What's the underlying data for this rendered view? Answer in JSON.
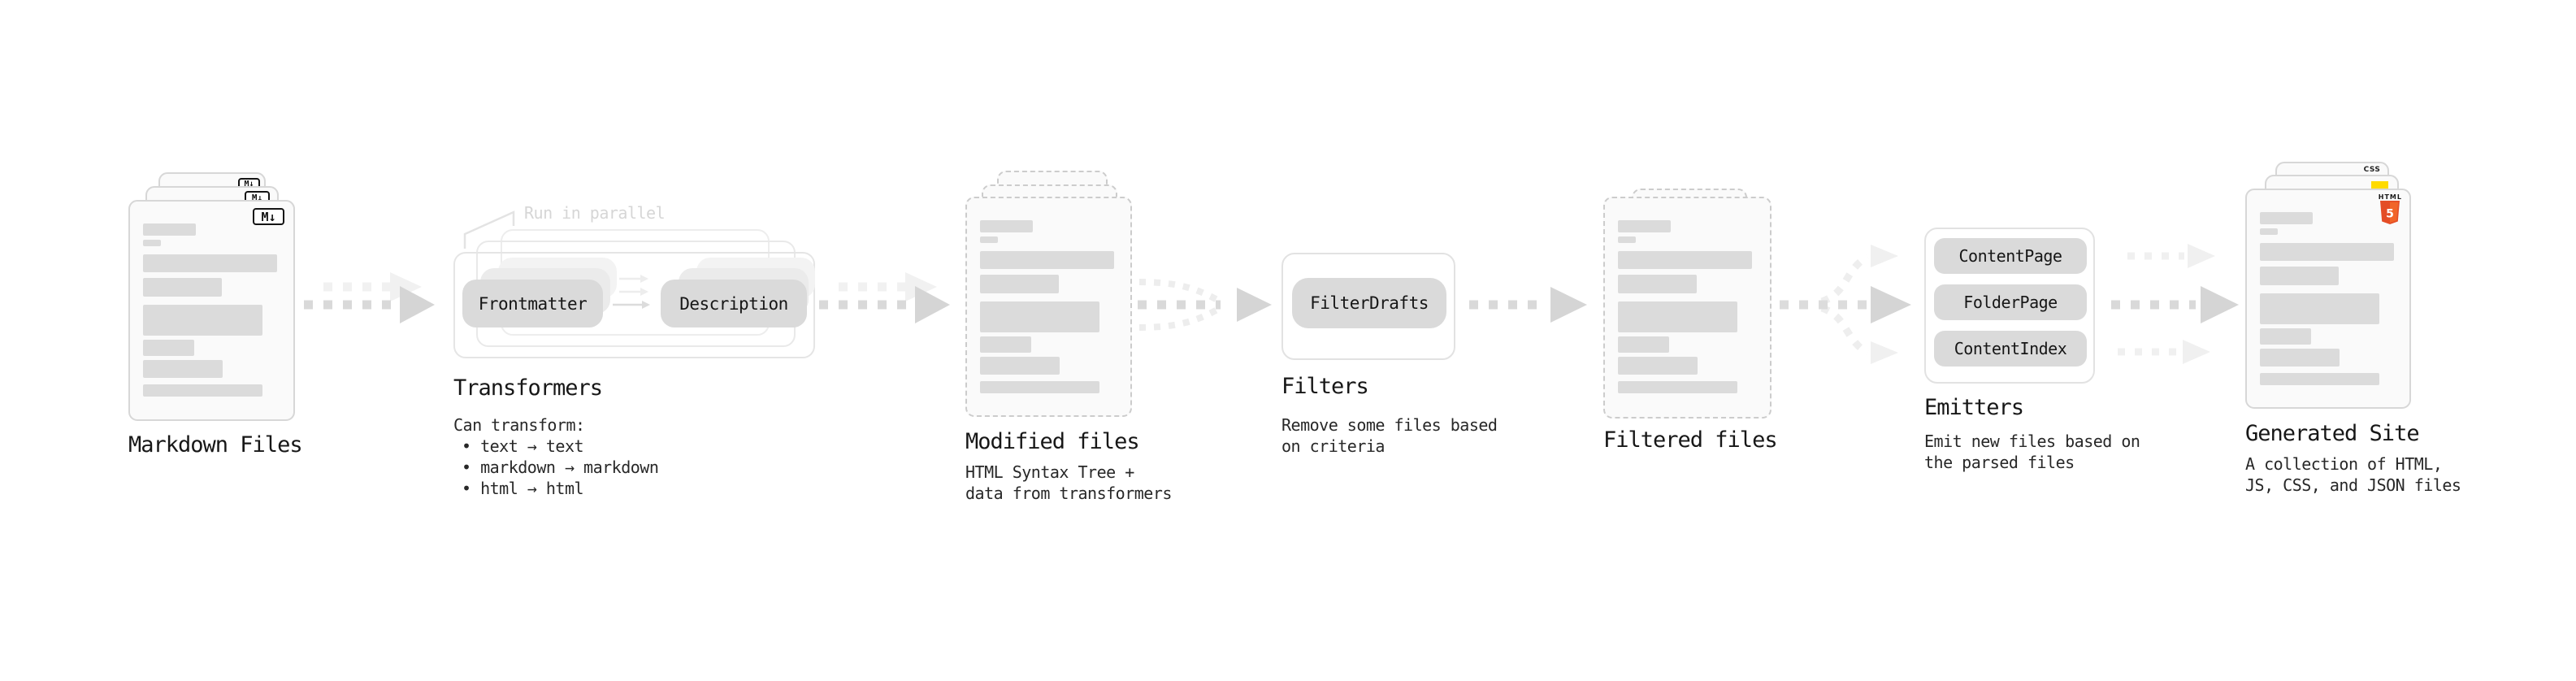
{
  "colors": {
    "background": "#ffffff",
    "card_bg": "#fafafa",
    "placeholder_gray": "#dbdbdb",
    "chip_gray": "#dadada",
    "arrow_gray": "#d5d5d5",
    "ghost_arrow_gray": "#f0f0f0",
    "note_gray": "#d6d6d6",
    "html5_orange": "#e44d26",
    "html5_orange_light": "#f16529",
    "css_blue": "#2764e7",
    "js_yellow": "#ffdb00"
  },
  "stages": {
    "markdown_files": {
      "label": "Markdown Files",
      "icon_label": "M↓"
    },
    "transformers": {
      "label": "Transformers",
      "note": "Run in parallel",
      "plugins": [
        "Frontmatter",
        "Description"
      ],
      "description_heading": "Can transform:",
      "description_items": [
        "• text → text",
        "• markdown → markdown",
        "• html → html"
      ]
    },
    "modified_files": {
      "label": "Modified files",
      "description_lines": [
        "HTML Syntax Tree +",
        "data from transformers"
      ]
    },
    "filters": {
      "label": "Filters",
      "plugins": [
        "FilterDrafts"
      ],
      "description_lines": [
        "Remove some files based",
        "on criteria"
      ]
    },
    "filtered_files": {
      "label": "Filtered files"
    },
    "emitters": {
      "label": "Emitters",
      "plugins": [
        "ContentPage",
        "FolderPage",
        "ContentIndex"
      ],
      "description_lines": [
        "Emit new files based on",
        "the parsed files"
      ]
    },
    "generated_site": {
      "label": "Generated Site",
      "description_lines": [
        "A collection of HTML,",
        "JS, CSS, and JSON files"
      ],
      "icons": {
        "html_label": "HTML",
        "html_number": "5",
        "css_label": "CSS"
      }
    }
  }
}
